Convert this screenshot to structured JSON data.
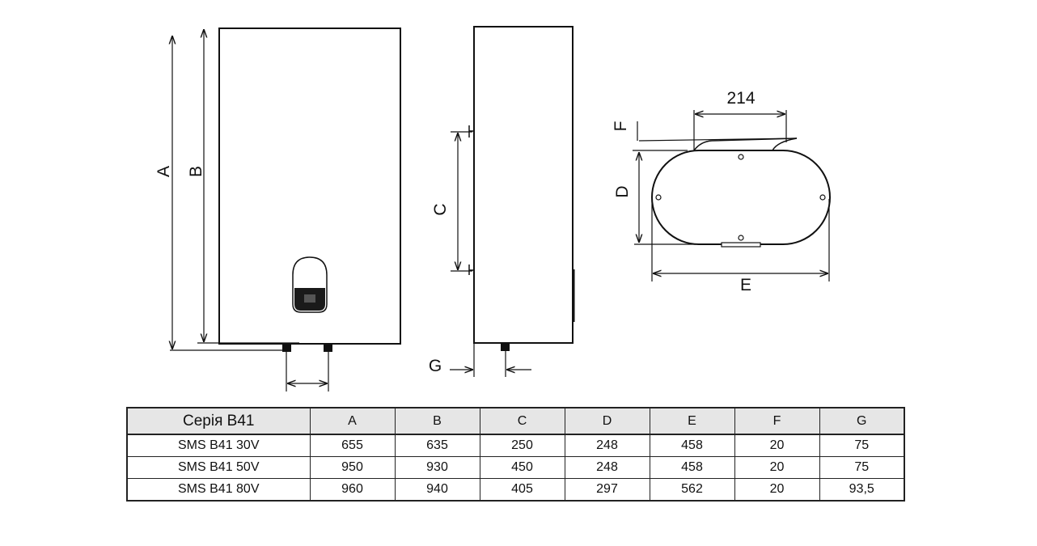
{
  "diagram": {
    "labels": {
      "A": "A",
      "B": "B",
      "C": "C",
      "D": "D",
      "E": "E",
      "F": "F",
      "G": "G",
      "width_214": "214"
    }
  },
  "table": {
    "header": [
      "Серія В41",
      "A",
      "B",
      "C",
      "D",
      "E",
      "F",
      "G"
    ],
    "rows": [
      [
        "SMS B41 30V",
        "655",
        "635",
        "250",
        "248",
        "458",
        "20",
        "75"
      ],
      [
        "SMS B41 50V",
        "950",
        "930",
        "450",
        "248",
        "458",
        "20",
        "75"
      ],
      [
        "SMS B41 80V",
        "960",
        "940",
        "405",
        "297",
        "562",
        "20",
        "93,5"
      ]
    ]
  }
}
